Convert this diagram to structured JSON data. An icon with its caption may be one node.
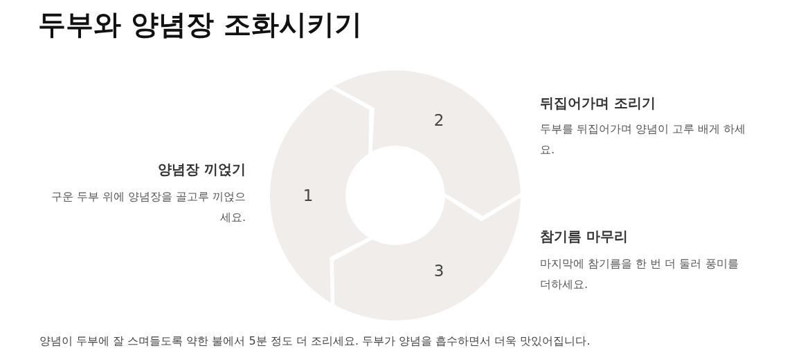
{
  "diagram": {
    "title": "두부와 양념장 조화시키기",
    "nodes": [
      {
        "text": [
          "1"
        ],
        "beside": [
          "양념장 끼얹기",
          "구운 두부 위에 양념장을 골고루 끼얹으세요."
        ]
      },
      {
        "text": [
          "2"
        ],
        "beside": [
          "뒤집어가며 조리기",
          "두부를 뒤집어가며 양념이 고루 배게 하세요."
        ]
      },
      {
        "text": [
          "3"
        ],
        "beside": [
          "참기름 마무리",
          "마지막에 참기름을 한 번 더 둘러 풍미를 더하세요."
        ]
      }
    ],
    "labels": [
      "양념이 두부에 잘 스며들도록 약한 불에서 5분 정도 더 조리세요. 두부가 양념을 흡수하면서 더욱 맛있어집니다."
    ]
  }
}
